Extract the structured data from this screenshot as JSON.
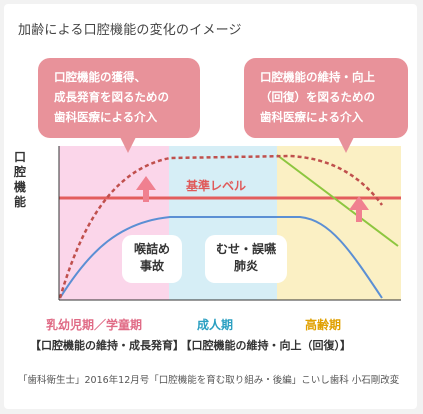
{
  "title": "加齢による口腔機能の変化のイメージ",
  "callouts": {
    "left": [
      "口腔機能の獲得、",
      "成長発育を図るための",
      "歯科医療による介入"
    ],
    "right": [
      "口腔機能の維持・向上",
      "（回復）を図るための",
      "歯科医療による介入"
    ]
  },
  "y_axis_label": [
    "口",
    "腔",
    "機",
    "能"
  ],
  "baseline_label": "基準レベル",
  "notes": {
    "left": [
      "喉詰め",
      "事故"
    ],
    "right": [
      "むせ・誤嚥",
      "肺炎"
    ]
  },
  "stages": {
    "child": "乳幼児期／学童期",
    "adult": "成人期",
    "elderly": "高齢期"
  },
  "brackets": {
    "left": "【口腔機能の維持・成長発育】",
    "right": "【口腔機能の維持・向上（回復）】"
  },
  "source": "「歯科衛生士」2016年12月号「口腔機能を育む取り組み・後編」こいし歯科 小石剛改変",
  "colors": {
    "child_band": "#fbd6ea",
    "adult_band": "#d6eef6",
    "elderly_band": "#fbf0c4",
    "callout": "#e8929a",
    "baseline": "#e35d5d",
    "dashed_curve": "#c0504d",
    "solid_curve": "#5b8fd4",
    "green_line": "#8dc63f",
    "arrow": "#f08090"
  }
}
